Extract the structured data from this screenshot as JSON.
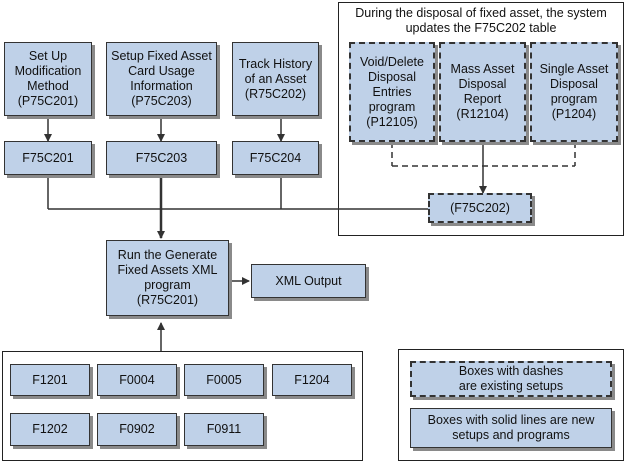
{
  "header": {
    "disposal_note": "During the disposal of fixed asset, the system\nupdates the F75C202 table"
  },
  "setup_programs": [
    {
      "label": "Set Up\nModification\nMethod\n(P75C201)"
    },
    {
      "label": "Setup Fixed Asset\nCard Usage\nInformation\n(P75C203)"
    },
    {
      "label": "Track History\nof an Asset\n(R75C202)"
    }
  ],
  "tables": [
    {
      "label": "F75C201"
    },
    {
      "label": "F75C203"
    },
    {
      "label": "F75C204"
    }
  ],
  "disposal_programs": [
    {
      "label": "Void/Delete\nDisposal\nEntries\nprogram\n(P12105)"
    },
    {
      "label": "Mass Asset\nDisposal\nReport\n(R12104)"
    },
    {
      "label": "Single Asset\nDisposal\nprogram\n(P1204)"
    }
  ],
  "disposal_table": {
    "label": "(F75C202)"
  },
  "generator": {
    "label": "Run the Generate\nFixed Assets XML\nprogram\n(R75C201)"
  },
  "output": {
    "label": "XML Output"
  },
  "source_tables": [
    {
      "label": "F1201"
    },
    {
      "label": "F0004"
    },
    {
      "label": "F0005"
    },
    {
      "label": "F1204"
    },
    {
      "label": "F1202"
    },
    {
      "label": "F0902"
    },
    {
      "label": "F0911"
    }
  ],
  "legend": {
    "dashed_label": "Boxes with dashes\nare existing setups",
    "solid_label": "Boxes with solid lines are new\nsetups and programs"
  },
  "colors": {
    "box_fill": "#bfd1e8",
    "border": "#333333",
    "shadow": "#8a8a8a"
  }
}
